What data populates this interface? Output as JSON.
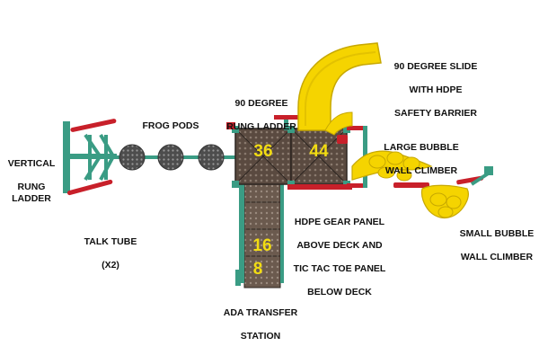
{
  "labels": {
    "vertical_rung_ladder": [
      "VERTICAL",
      "RUNG LADDER"
    ],
    "frog_pods": [
      "FROG PODS"
    ],
    "talk_tube": [
      "TALK TUBE",
      "(X2)"
    ],
    "rung_ladder_90": [
      "90 DEGREE",
      "RUNG LADDER"
    ],
    "slide_90": [
      "90 DEGREE SLIDE",
      "WITH HDPE",
      "SAFETY BARRIER"
    ],
    "large_bubble": [
      "LARGE BUBBLE",
      "WALL CLIMBER"
    ],
    "hdpe_gear": [
      "HDPE GEAR PANEL",
      "ABOVE DECK AND",
      "TIC TAC TOE PANEL",
      "BELOW DECK"
    ],
    "small_bubble": [
      "SMALL BUBBLE",
      "WALL CLIMBER"
    ],
    "ada_transfer": [
      "ADA TRANSFER",
      "STATION"
    ]
  },
  "deck_heights": {
    "left_deck": "36",
    "right_deck": "44",
    "transfer_upper": "16",
    "transfer_lower": "8"
  },
  "colors": {
    "post_green": "#3a9c84",
    "rail_red": "#c8202a",
    "deck_brown": "#5a4a40",
    "slide_yellow": "#f5d400",
    "number_yellow": "#f2dc12",
    "label_text": "#111111"
  }
}
